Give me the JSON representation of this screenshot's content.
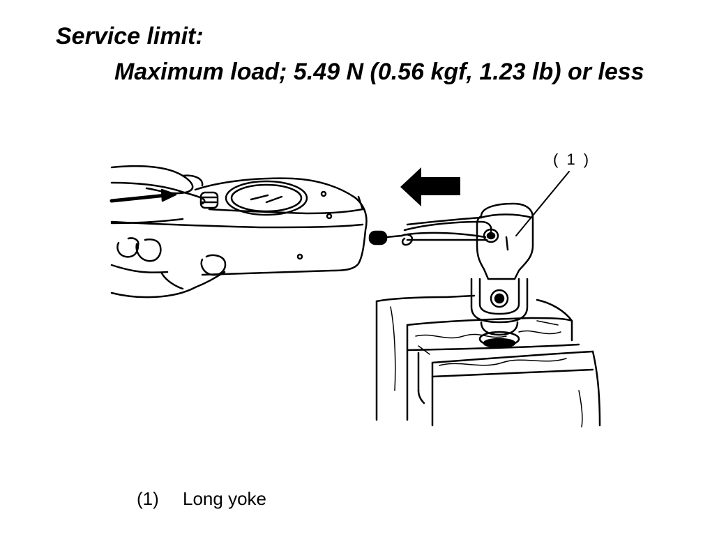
{
  "heading": "Service limit:",
  "spec": "Maximum load; 5.49 N (0.56 kgf, 1.23 lb) or less",
  "callout": "( 1 )",
  "legend": {
    "number": "(1)",
    "label": "Long yoke"
  },
  "icons": {
    "direction": "arrow-left-icon"
  }
}
